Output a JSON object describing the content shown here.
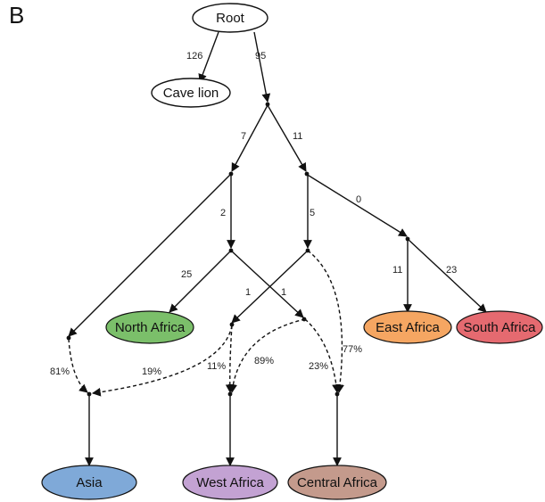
{
  "panel_label": "B",
  "nodes": {
    "root": {
      "label": "Root",
      "fill": "#ffffff"
    },
    "cave_lion": {
      "label": "Cave lion",
      "fill": "#ffffff"
    },
    "north_africa": {
      "label": "North Africa",
      "fill": "#7bbf6a"
    },
    "east_africa": {
      "label": "East Africa",
      "fill": "#f5a662"
    },
    "south_africa": {
      "label": "South Africa",
      "fill": "#e56a70"
    },
    "asia": {
      "label": "Asia",
      "fill": "#7fa9d8"
    },
    "west_africa": {
      "label": "West Africa",
      "fill": "#c3a2d3"
    },
    "central_africa": {
      "label": "Central Africa",
      "fill": "#c49a8c"
    }
  },
  "edge_labels": {
    "root_cave": "126",
    "root_a": "95",
    "a_b": "7",
    "a_c": "11",
    "c_e": "0",
    "b_d": "2",
    "c_f": "5",
    "d_north": "25",
    "f_west": "1",
    "d_admix": "1",
    "e_east": "11",
    "e_south": "23",
    "asia_left": "81%",
    "asia_right": "19%",
    "west_left": "11%",
    "west_right": "89%",
    "central_left": "23%",
    "central_right": "77%"
  }
}
